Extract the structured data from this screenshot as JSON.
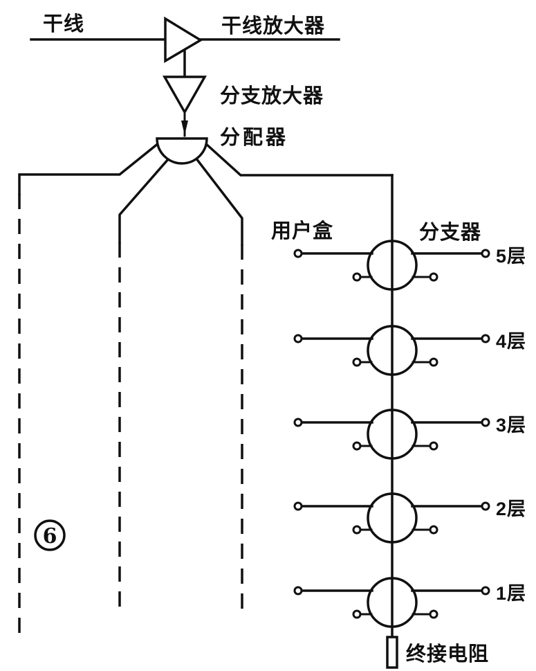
{
  "labels": {
    "trunk_line": "干线",
    "trunk_amplifier": "干线放大器",
    "branch_amplifier": "分支放大器",
    "splitter": "分配器",
    "subscriber_outlet": "用户盒",
    "tap_unit": "分支器",
    "terminating_resistor": "终接电阻",
    "callout_number": "6"
  },
  "floors": [
    "5层",
    "4层",
    "3层",
    "2层",
    "1层"
  ],
  "colors": {
    "line": "#101010",
    "background": "#ffffff"
  }
}
